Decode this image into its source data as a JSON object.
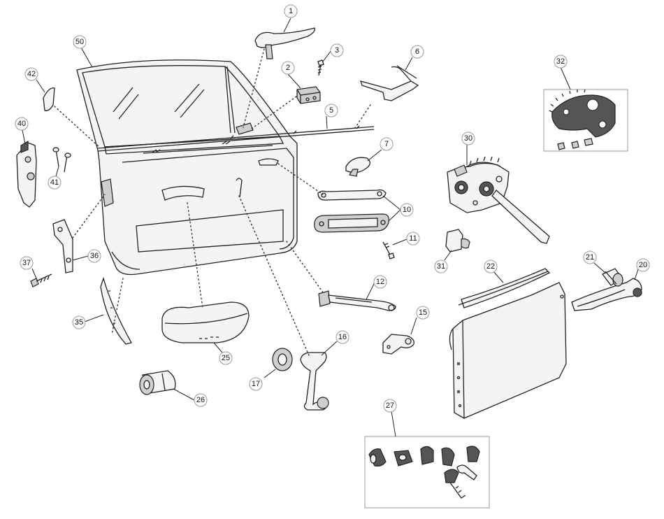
{
  "callouts": {
    "c1": "1",
    "c2": "2",
    "c3": "3",
    "c5": "5",
    "c6": "6",
    "c7": "7",
    "c10": "10",
    "c11": "11",
    "c12": "12",
    "c15": "15",
    "c16": "16",
    "c17": "17",
    "c20": "20",
    "c21": "21",
    "c22": "22",
    "c25": "25",
    "c26": "26",
    "c27": "27",
    "c30": "30",
    "c31": "31",
    "c32": "32",
    "c35": "35",
    "c36": "36",
    "c37": "37",
    "c40": "40",
    "c41": "41",
    "c42": "42",
    "c50": "50"
  }
}
